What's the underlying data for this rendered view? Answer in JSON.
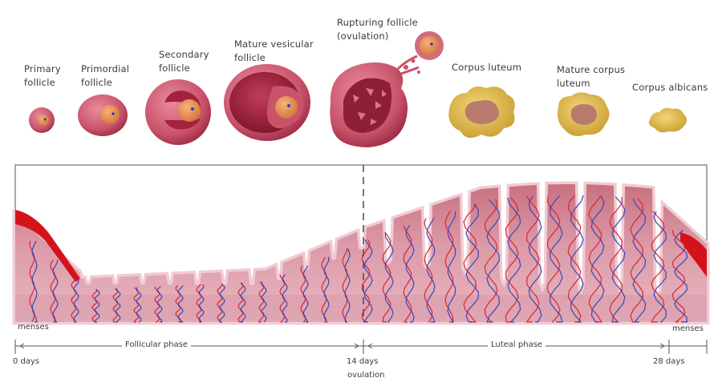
{
  "stages": [
    {
      "id": "primary",
      "line1": "Primary",
      "line2": "follicle"
    },
    {
      "id": "primordial",
      "line1": "Primordial",
      "line2": "follicle"
    },
    {
      "id": "secondary",
      "line1": "Secondary",
      "line2": "follicle"
    },
    {
      "id": "mature",
      "line1": "Mature vesicular",
      "line2": "follicle"
    },
    {
      "id": "rupturing",
      "line1": "Rupturing follicle",
      "line2": "(ovulation)"
    },
    {
      "id": "corpus-luteum",
      "line1": "Corpus luteum",
      "line2": ""
    },
    {
      "id": "mature-corpus-luteum",
      "line1": "Mature corpus",
      "line2": "luteum"
    },
    {
      "id": "corpus-albicans",
      "line1": "Corpus albicans",
      "line2": ""
    }
  ],
  "endometrium": {
    "left_label": "menses",
    "right_label": "menses"
  },
  "timeline": {
    "follicular": "Follicular phase",
    "luteal": "Luteal phase",
    "day0": "0 days",
    "day14": "14 days",
    "day14_sub": "ovulation",
    "day28": "28 days"
  },
  "colors": {
    "tissue": "#d99aa8",
    "tissue_light": "#f1cbd3",
    "follicle": "#c8536b",
    "follicle_dark": "#8e1f34",
    "oocyte": "#e08a4a",
    "luteum": "#d9b13f",
    "menses": "#d4121b",
    "artery": "#d8262f",
    "vein": "#3a46b8"
  }
}
